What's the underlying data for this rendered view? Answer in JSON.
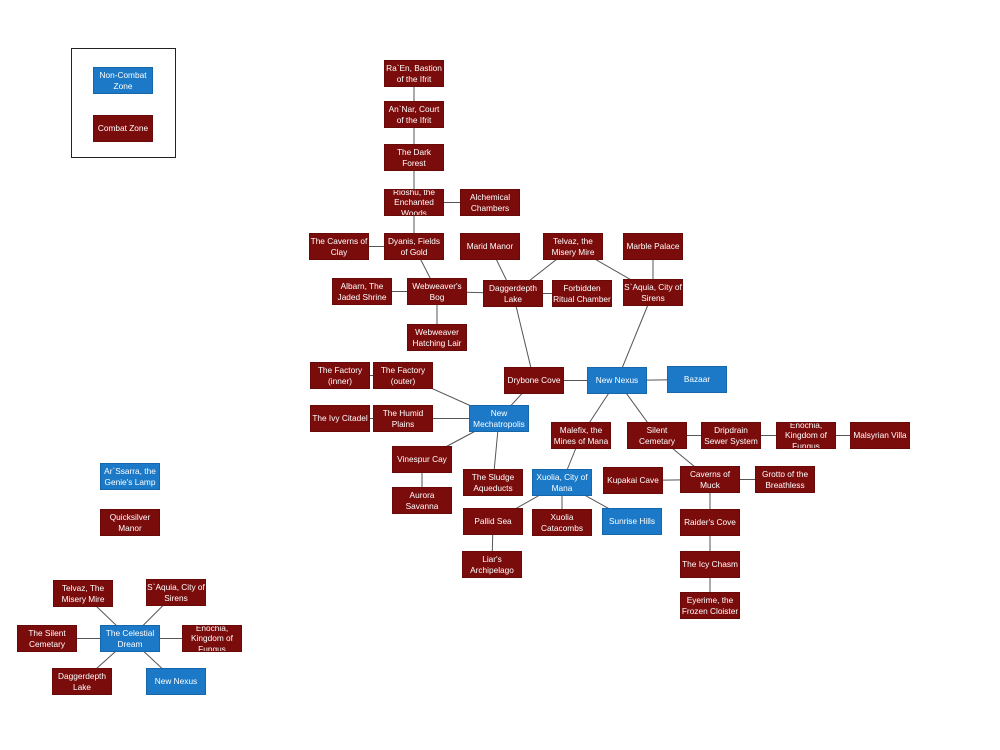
{
  "colors": {
    "non_combat": "#1b79c7",
    "combat": "#7b0c0c",
    "edge": "#555555"
  },
  "legend": {
    "items": [
      {
        "id": "legend-noncombat",
        "label": "Non-Combat Zone",
        "type": "non_combat"
      },
      {
        "id": "legend-combat",
        "label": "Combat Zone",
        "type": "combat"
      }
    ]
  },
  "nodes": [
    {
      "id": "raen",
      "label": "Ra`En, Bastion of the Ifrit",
      "type": "combat"
    },
    {
      "id": "annar",
      "label": "An`Nar, Court of the Ifrit",
      "type": "combat"
    },
    {
      "id": "darkforest",
      "label": "The Dark Forest",
      "type": "combat"
    },
    {
      "id": "rioshu",
      "label": "Rioshu, the Enchanted Woods",
      "type": "combat"
    },
    {
      "id": "alchemical",
      "label": "Alchemical Chambers",
      "type": "combat"
    },
    {
      "id": "clay",
      "label": "The Caverns of Clay",
      "type": "combat"
    },
    {
      "id": "dyanis",
      "label": "Dyanis, Fields of Gold",
      "type": "combat"
    },
    {
      "id": "marid",
      "label": "Marid Manor",
      "type": "combat"
    },
    {
      "id": "telvaz",
      "label": "Telvaz, the Misery Mire",
      "type": "combat"
    },
    {
      "id": "marble",
      "label": "Marble Palace",
      "type": "combat"
    },
    {
      "id": "albarn",
      "label": "Albarn, The Jaded Shrine",
      "type": "combat"
    },
    {
      "id": "bog",
      "label": "Webweaver's Bog",
      "type": "combat"
    },
    {
      "id": "daggerdepth",
      "label": "Daggerdepth Lake",
      "type": "combat"
    },
    {
      "id": "forbidden",
      "label": "Forbidden Ritual Chamber",
      "type": "combat"
    },
    {
      "id": "saquia",
      "label": "S`Aquia, City of Sirens",
      "type": "combat"
    },
    {
      "id": "hatching",
      "label": "Webweaver Hatching Lair",
      "type": "combat"
    },
    {
      "id": "factoryinner",
      "label": "The Factory (inner)",
      "type": "combat"
    },
    {
      "id": "factoryouter",
      "label": "The Factory (outer)",
      "type": "combat"
    },
    {
      "id": "drybone",
      "label": "Drybone Cove",
      "type": "combat"
    },
    {
      "id": "newnexus",
      "label": "New Nexus",
      "type": "non_combat"
    },
    {
      "id": "bazaar",
      "label": "Bazaar",
      "type": "non_combat"
    },
    {
      "id": "ivy",
      "label": "The Ivy Citadel",
      "type": "combat"
    },
    {
      "id": "humid",
      "label": "The Humid Plains",
      "type": "combat"
    },
    {
      "id": "mech",
      "label": "New Mechatropolis",
      "type": "non_combat"
    },
    {
      "id": "malefix",
      "label": "Malefix, the Mines of Mana",
      "type": "combat"
    },
    {
      "id": "silent",
      "label": "Silent Cemetary",
      "type": "combat"
    },
    {
      "id": "dripdrain",
      "label": "Dripdrain Sewer System",
      "type": "combat"
    },
    {
      "id": "enochia",
      "label": "Enochia, Kingdom of Fungus",
      "type": "combat"
    },
    {
      "id": "malsyrian",
      "label": "Malsyrian Villa",
      "type": "combat"
    },
    {
      "id": "vinespur",
      "label": "Vinespur Cay",
      "type": "combat"
    },
    {
      "id": "kupakai",
      "label": "Kupakai Cave",
      "type": "combat"
    },
    {
      "id": "muck",
      "label": "Caverns of Muck",
      "type": "combat"
    },
    {
      "id": "grotto",
      "label": "Grotto of the Breathless",
      "type": "combat"
    },
    {
      "id": "sludge",
      "label": "The Sludge Aqueducts",
      "type": "combat"
    },
    {
      "id": "xuolia",
      "label": "Xuolia, City of Mana",
      "type": "non_combat"
    },
    {
      "id": "aurora",
      "label": "Aurora Savanna",
      "type": "combat"
    },
    {
      "id": "pallid",
      "label": "Pallid Sea",
      "type": "combat"
    },
    {
      "id": "catacombs",
      "label": "Xuolia Catacombs",
      "type": "combat"
    },
    {
      "id": "sunrise",
      "label": "Sunrise Hills",
      "type": "non_combat"
    },
    {
      "id": "raiders",
      "label": "Raider's Cove",
      "type": "combat"
    },
    {
      "id": "liars",
      "label": "Liar's Archipelago",
      "type": "combat"
    },
    {
      "id": "icy",
      "label": "The Icy Chasm",
      "type": "combat"
    },
    {
      "id": "eyerime",
      "label": "Eyerime, the Frozen Cloister",
      "type": "combat"
    },
    {
      "id": "arssarra",
      "label": "Ar`Ssarra, the Genie's Lamp",
      "type": "non_combat"
    },
    {
      "id": "quicksilver",
      "label": "Quicksilver Manor",
      "type": "combat"
    },
    {
      "id": "telvaz2",
      "label": "Telvaz, The Misery Mire",
      "type": "combat"
    },
    {
      "id": "saquia2",
      "label": "S`Aquia, City of Sirens",
      "type": "combat"
    },
    {
      "id": "silent2",
      "label": "The Silent Cemetary",
      "type": "combat"
    },
    {
      "id": "celestial",
      "label": "The Celestial Dream",
      "type": "non_combat"
    },
    {
      "id": "enochia2",
      "label": "Enochia, Kingdom of Fungus",
      "type": "combat"
    },
    {
      "id": "dagger2",
      "label": "Daggerdepth Lake",
      "type": "combat"
    },
    {
      "id": "nexus2",
      "label": "New Nexus",
      "type": "non_combat"
    }
  ],
  "edges": [
    [
      "raen",
      "annar"
    ],
    [
      "annar",
      "darkforest"
    ],
    [
      "darkforest",
      "rioshu"
    ],
    [
      "rioshu",
      "alchemical"
    ],
    [
      "rioshu",
      "dyanis"
    ],
    [
      "clay",
      "dyanis"
    ],
    [
      "dyanis",
      "bog"
    ],
    [
      "albarn",
      "bog"
    ],
    [
      "bog",
      "daggerdepth"
    ],
    [
      "bog",
      "hatching"
    ],
    [
      "marid",
      "daggerdepth"
    ],
    [
      "telvaz",
      "daggerdepth"
    ],
    [
      "telvaz",
      "saquia"
    ],
    [
      "marble",
      "saquia"
    ],
    [
      "daggerdepth",
      "forbidden"
    ],
    [
      "daggerdepth",
      "drybone"
    ],
    [
      "saquia",
      "newnexus"
    ],
    [
      "drybone",
      "newnexus"
    ],
    [
      "newnexus",
      "bazaar"
    ],
    [
      "drybone",
      "mech"
    ],
    [
      "factoryinner",
      "factoryouter"
    ],
    [
      "factoryouter",
      "mech"
    ],
    [
      "ivy",
      "humid"
    ],
    [
      "humid",
      "mech"
    ],
    [
      "mech",
      "vinespur"
    ],
    [
      "mech",
      "sludge"
    ],
    [
      "vinespur",
      "aurora"
    ],
    [
      "newnexus",
      "malefix"
    ],
    [
      "newnexus",
      "silent"
    ],
    [
      "malefix",
      "xuolia"
    ],
    [
      "xuolia",
      "pallid"
    ],
    [
      "xuolia",
      "catacombs"
    ],
    [
      "xuolia",
      "sunrise"
    ],
    [
      "pallid",
      "liars"
    ],
    [
      "silent",
      "dripdrain"
    ],
    [
      "dripdrain",
      "enochia"
    ],
    [
      "enochia",
      "malsyrian"
    ],
    [
      "silent",
      "muck"
    ],
    [
      "kupakai",
      "muck"
    ],
    [
      "muck",
      "grotto"
    ],
    [
      "muck",
      "raiders"
    ],
    [
      "raiders",
      "icy"
    ],
    [
      "icy",
      "eyerime"
    ],
    [
      "celestial",
      "telvaz2"
    ],
    [
      "celestial",
      "saquia2"
    ],
    [
      "celestial",
      "silent2"
    ],
    [
      "celestial",
      "enochia2"
    ],
    [
      "celestial",
      "dagger2"
    ],
    [
      "celestial",
      "nexus2"
    ]
  ]
}
